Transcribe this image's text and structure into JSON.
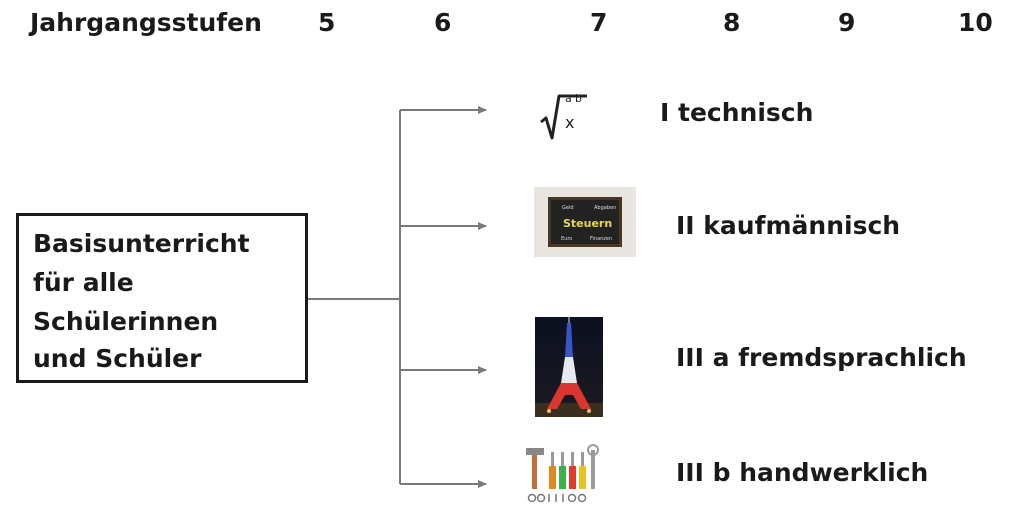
{
  "header": {
    "label": "Jahrgangsstufen",
    "grades": [
      "5",
      "6",
      "7",
      "8",
      "9",
      "10"
    ]
  },
  "basis_box": {
    "lines": [
      "Basisunterricht",
      "für alle",
      "Schülerinnen",
      "und Schüler"
    ]
  },
  "branches": [
    {
      "label": "I technisch",
      "icon": "square-root-math-icon"
    },
    {
      "label": "II kaufmännisch",
      "icon": "chalkboard-steuern-icon",
      "icon_text": "Steuern",
      "icon_small": [
        "Geld",
        "Abgaben",
        "Euro",
        "Finanzen"
      ]
    },
    {
      "label": "III a fremdsprachlich",
      "icon": "eiffel-tower-photo"
    },
    {
      "label": "III b handwerklich",
      "icon": "tools-icon"
    }
  ],
  "colors": {
    "line": "#7a7a7a",
    "text": "#1a1a1a",
    "chalkboard": "#222222",
    "chalk_text": "#e8d84a"
  }
}
